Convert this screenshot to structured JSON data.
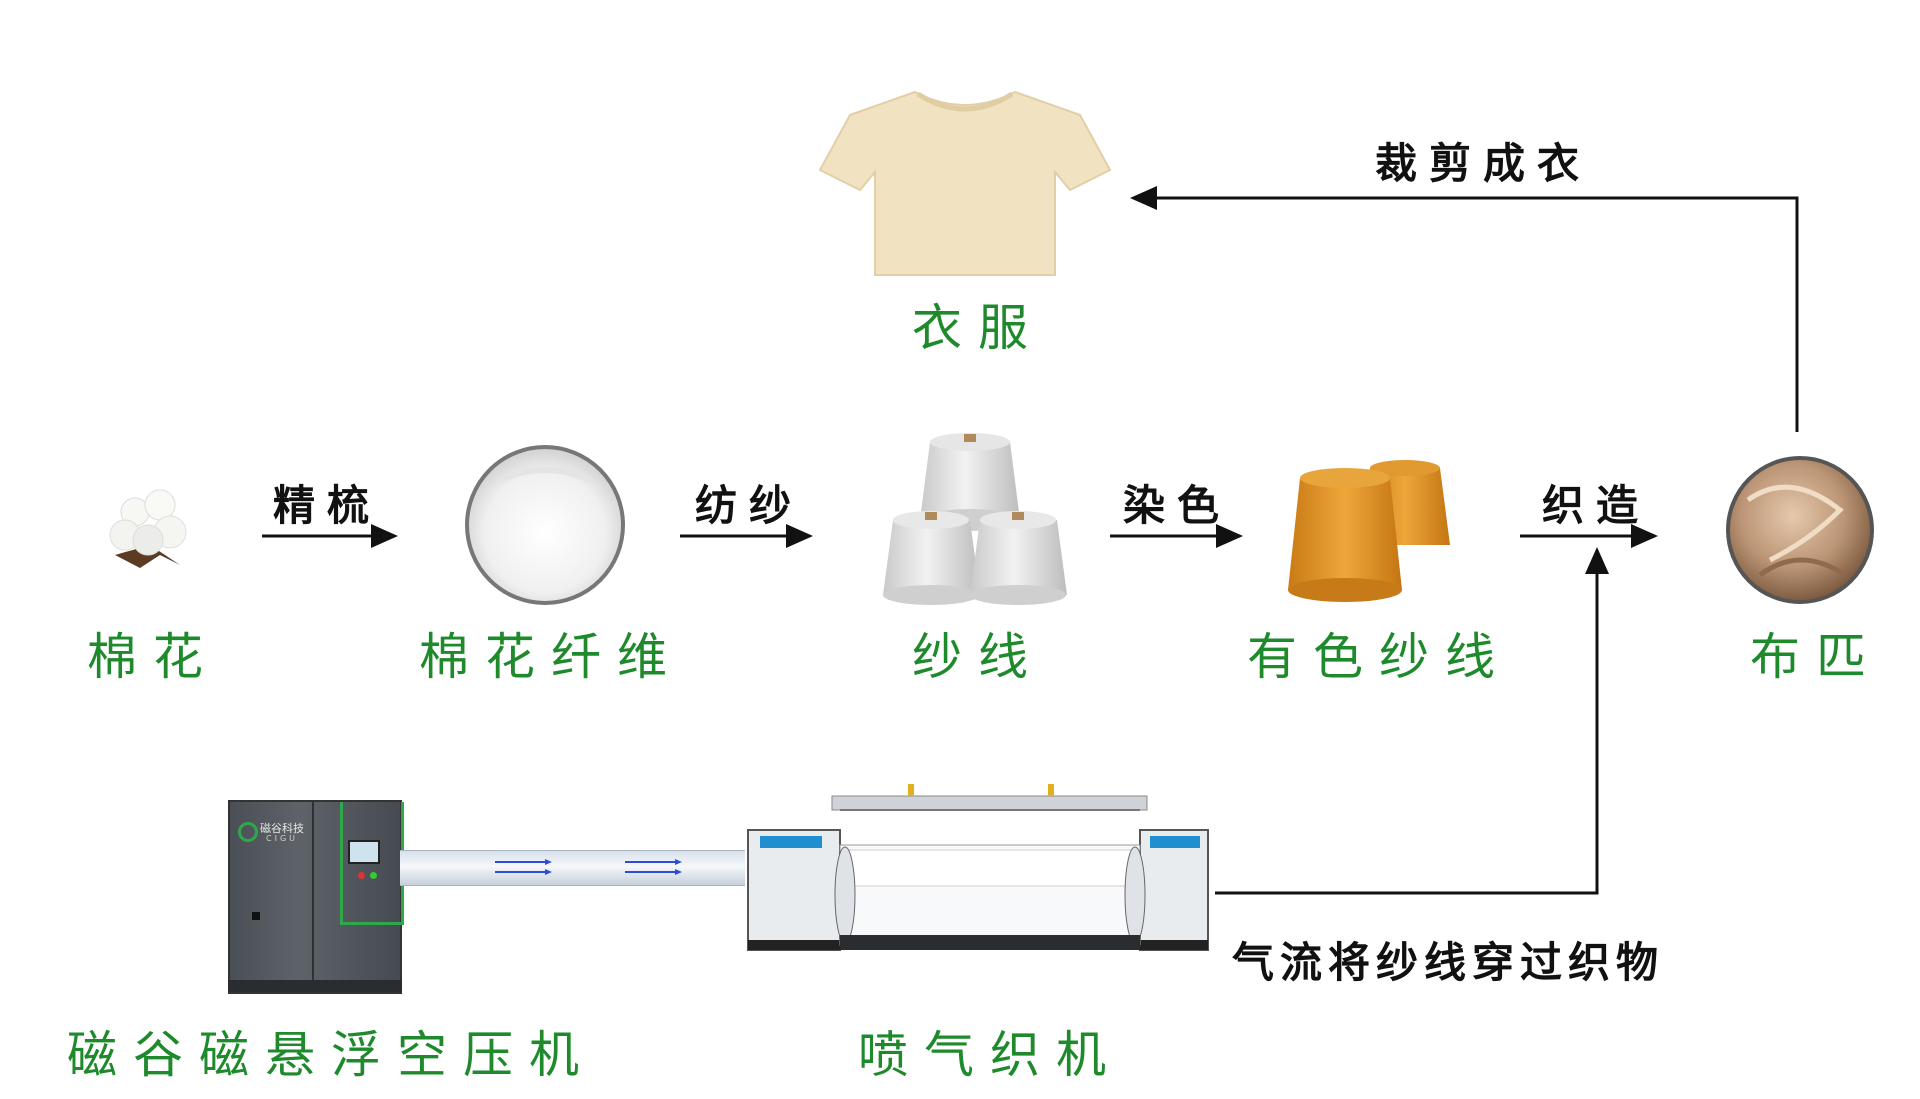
{
  "nodes": {
    "tshirt": "衣服",
    "cotton": "棉花",
    "fiber": "棉花纤维",
    "yarn": "纱线",
    "dyed_yarn": "有色纱线",
    "cloth": "布匹",
    "compressor": "磁谷磁悬浮空压机",
    "loom": "喷气织机"
  },
  "steps": {
    "combing": "精梳",
    "spinning": "纺纱",
    "dyeing": "染色",
    "weaving": "织造",
    "cutting": "裁剪成衣",
    "airflow": "气流将纱线穿过织物"
  },
  "compressor_logo": {
    "brand": "磁谷科技",
    "sub": "CIGU"
  },
  "colors": {
    "label_green": "#1e8a2c",
    "arrow": "#111111",
    "yarn_orange": "#e39b2a",
    "tshirt_beige": "#f1e3c2"
  }
}
